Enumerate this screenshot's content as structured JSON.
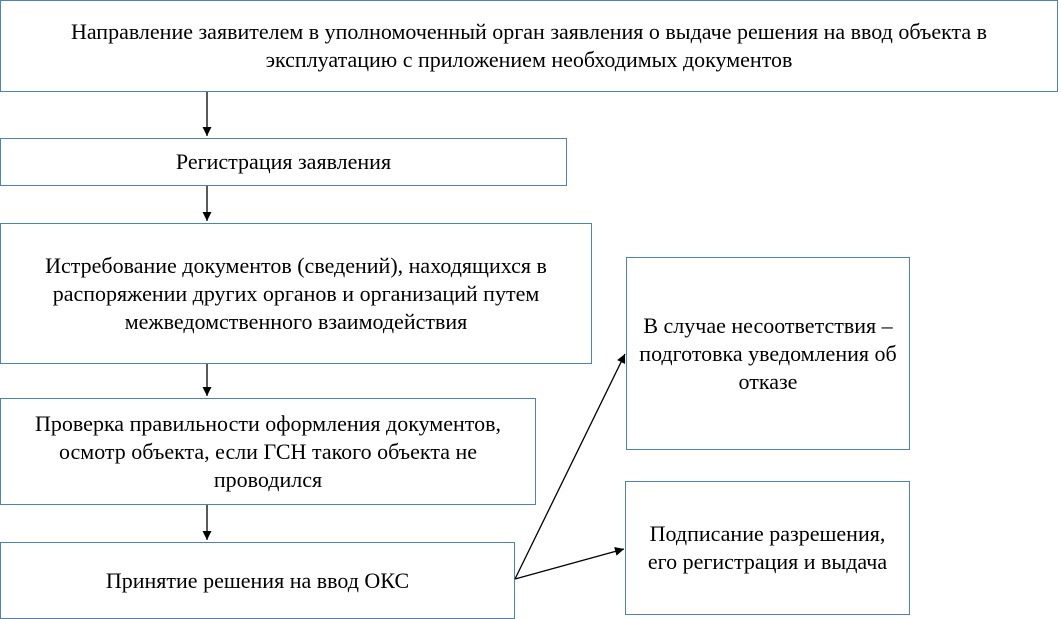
{
  "diagram": {
    "step_submit": "Направление заявителем в уполномоченный орган заявления о выдаче решения на ввод объекта в эксплуатацию с приложением необходимых документов",
    "step_register": "Регистрация заявления",
    "step_request_docs": "Истребование документов (сведений), находящихся в распоряжении других органов и организаций путем межведомственного взаимодействия",
    "step_check": "Проверка правильности оформления документов, осмотр объекта, если ГСН такого объекта не проводился",
    "step_decision": "Принятие решения на ввод ОКС",
    "outcome_refusal": "В случае несоответствия – подготовка уведомления об отказе",
    "outcome_approval": "Подписание разрешения, его регистрация и выдача"
  },
  "colors": {
    "box_border": "#4f81bd",
    "arrow": "#000000"
  }
}
